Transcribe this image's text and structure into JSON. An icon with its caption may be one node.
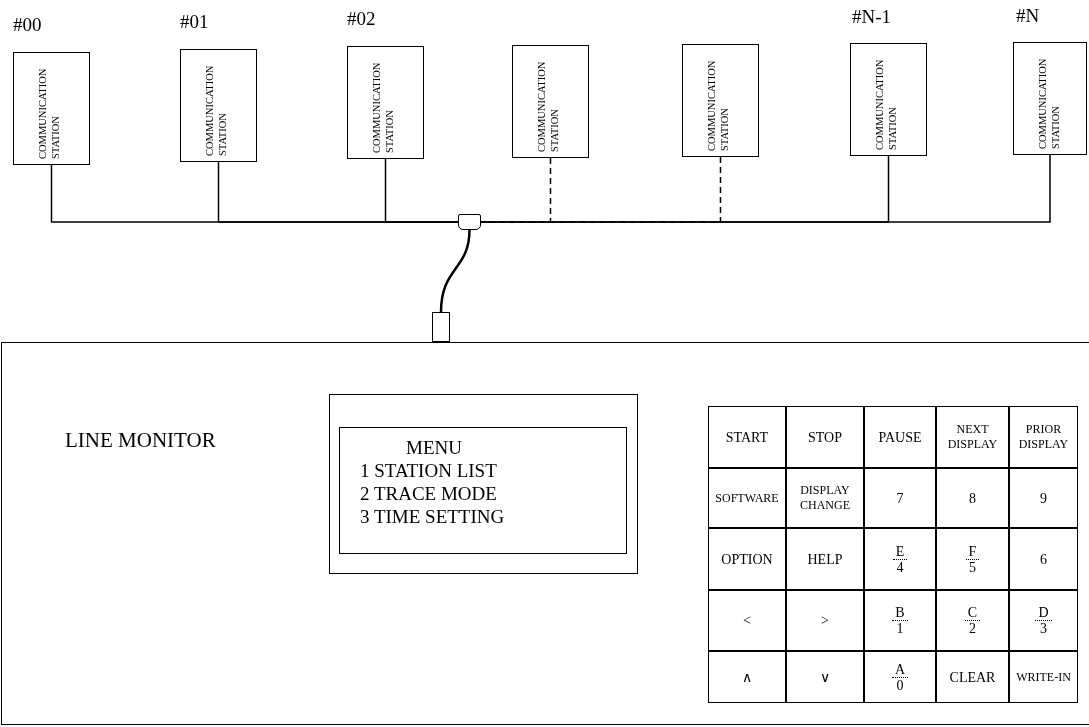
{
  "diagram": {
    "nodes": [
      {
        "text": [
          "COMMUNICATION STATION"
        ],
        "beside": [
          "#00"
        ]
      },
      {
        "text": [
          "COMMUNICATION STATION"
        ],
        "beside": [
          "#01"
        ]
      },
      {
        "text": [
          "COMMUNICATION STATION"
        ],
        "beside": [
          "#02"
        ]
      },
      {
        "text": [
          "COMMUNICATION STATION"
        ]
      },
      {
        "text": [
          "COMMUNICATION STATION"
        ]
      },
      {
        "text": [
          "COMMUNICATION STATION"
        ],
        "beside": [
          "#N-1"
        ]
      },
      {
        "text": [
          "COMMUNICATION STATION"
        ],
        "beside": [
          "#N"
        ]
      },
      {
        "text": [],
        "shape": "box"
      },
      {
        "text": [],
        "shape": "box"
      },
      {
        "text": [
          "LINE MONITOR"
        ]
      },
      {
        "text": [],
        "shape": "box",
        "in": 9
      },
      {
        "text": [
          "MENU",
          "1 STATION LIST",
          "2 TRACE MODE",
          "3 TIME SETTING"
        ],
        "in": 10
      },
      {
        "text": [
          "START"
        ],
        "in": 9
      },
      {
        "text": [
          "STOP"
        ],
        "in": 9
      },
      {
        "text": [
          "PAUSE"
        ],
        "in": 9
      },
      {
        "text": [
          "NEXT DISPLAY"
        ],
        "in": 9
      },
      {
        "text": [
          "PRIOR DISPLAY"
        ],
        "in": 9
      },
      {
        "text": [
          "SOFTWARE"
        ],
        "in": 9
      },
      {
        "text": [
          "DISPLAY CHANGE"
        ],
        "in": 9
      },
      {
        "text": [
          "7"
        ],
        "in": 9
      },
      {
        "text": [
          "8"
        ],
        "in": 9
      },
      {
        "text": [
          "9"
        ],
        "in": 9
      },
      {
        "text": [
          "OPTION"
        ],
        "in": 9
      },
      {
        "text": [
          "HELP"
        ],
        "in": 9
      },
      {
        "text": [
          "E",
          "4"
        ],
        "in": 9
      },
      {
        "text": [
          "F",
          "5"
        ],
        "in": 9
      },
      {
        "text": [
          "6"
        ],
        "in": 9
      },
      {
        "text": [
          "<"
        ],
        "in": 9
      },
      {
        "text": [
          ">"
        ],
        "in": 9
      },
      {
        "text": [
          "B",
          "1"
        ],
        "in": 9
      },
      {
        "text": [
          "C",
          "2"
        ],
        "in": 9
      },
      {
        "text": [
          "D",
          "3"
        ],
        "in": 9
      },
      {
        "text": [
          "∧"
        ],
        "in": 9
      },
      {
        "text": [
          "∨"
        ],
        "in": 9
      },
      {
        "text": [
          "A",
          "0"
        ],
        "in": 9
      },
      {
        "text": [
          "CLEAR"
        ],
        "in": 9
      },
      {
        "text": [
          "WRITE-IN"
        ],
        "in": 9
      }
    ],
    "edges": [
      {
        "from": 0,
        "to": 7,
        "arrow": "none"
      },
      {
        "from": 1,
        "to": 7,
        "arrow": "none"
      },
      {
        "from": 2,
        "to": 7,
        "arrow": "none"
      },
      {
        "from": 3,
        "to": 7,
        "arrow": "none",
        "style": "dashed"
      },
      {
        "from": 4,
        "to": 7,
        "arrow": "none",
        "style": "dashed"
      },
      {
        "from": 5,
        "to": 7,
        "arrow": "none"
      },
      {
        "from": 6,
        "to": 7,
        "arrow": "none"
      },
      {
        "from": 7,
        "to": 8,
        "arrow": "none"
      }
    ]
  }
}
